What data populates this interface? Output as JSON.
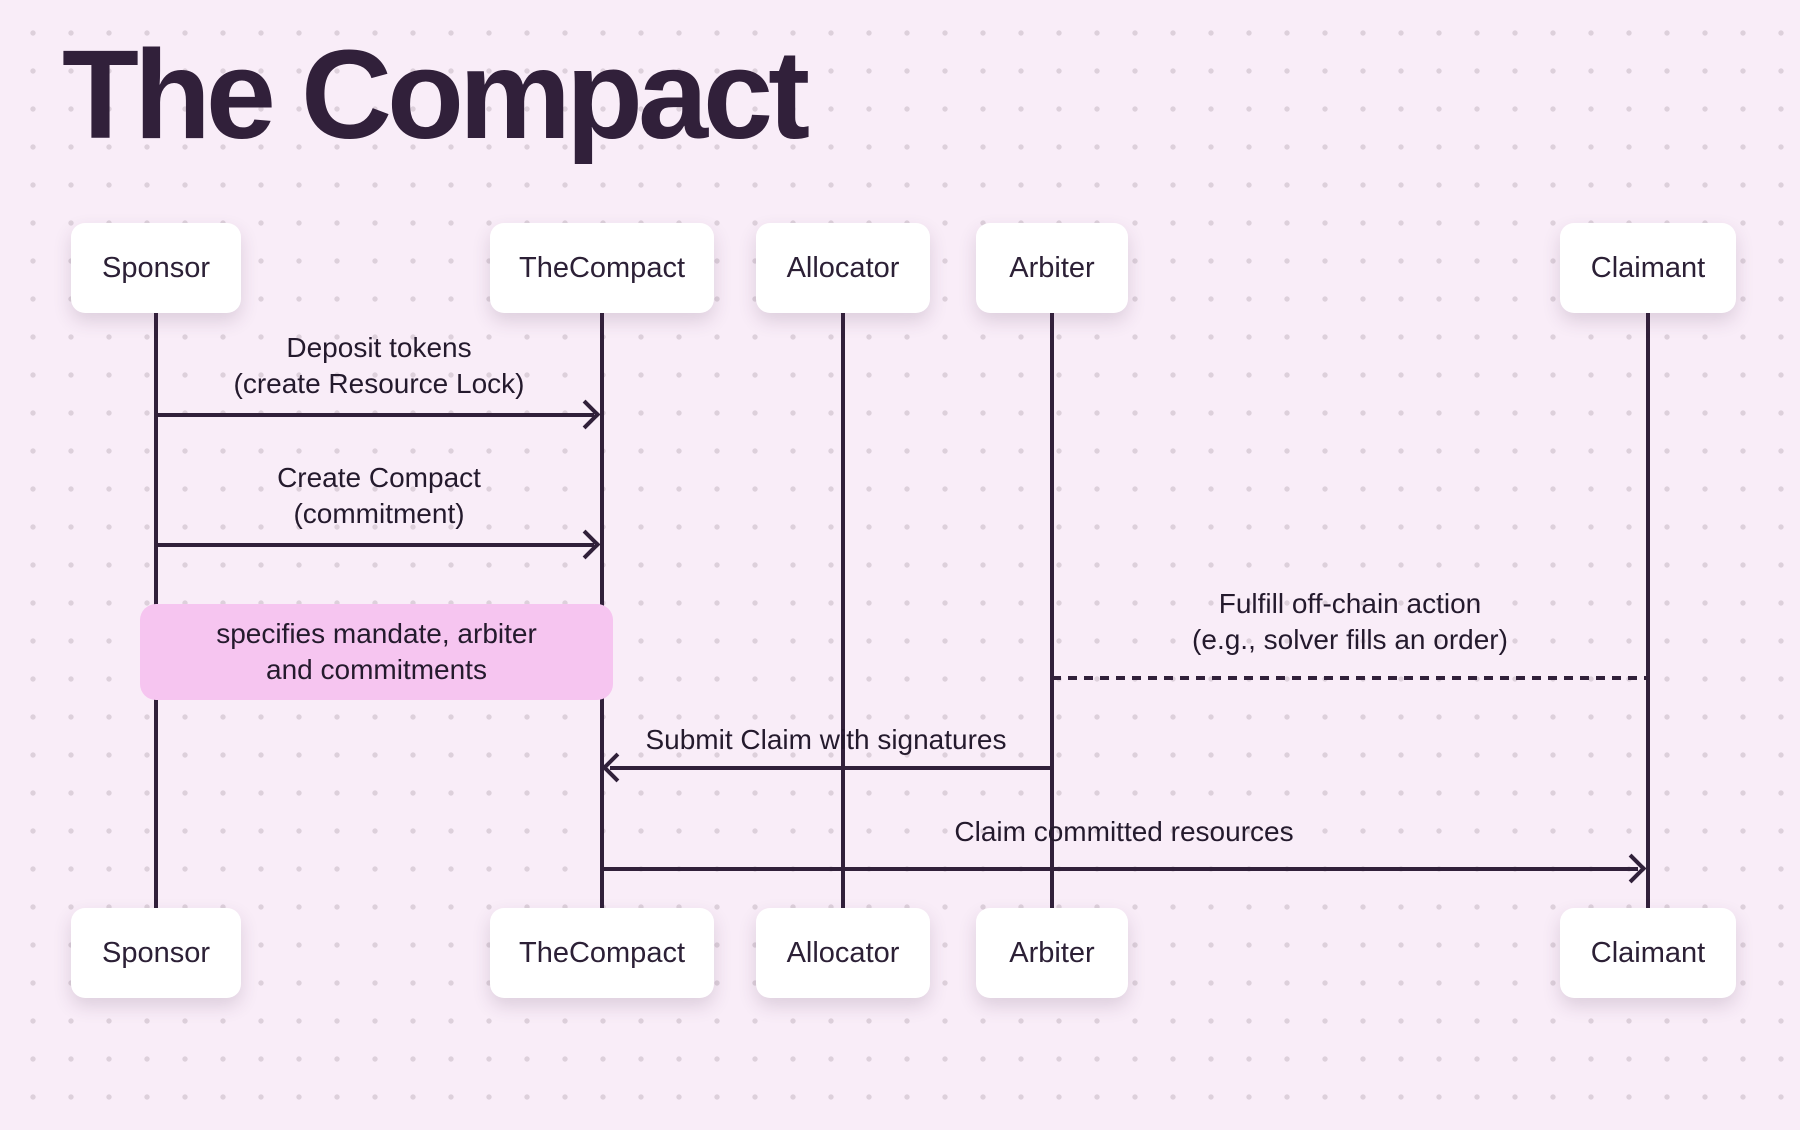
{
  "title": "The Compact",
  "colors": {
    "background": "#f9edf8",
    "dot_grid": "#ddd0db",
    "line_and_title": "#31203a",
    "message_text": "#241a2d",
    "note_fill": "#f6c5f0",
    "actor_box_fill": "#ffffff"
  },
  "actors": [
    {
      "name": "Sponsor"
    },
    {
      "name": "TheCompact"
    },
    {
      "name": "Allocator"
    },
    {
      "name": "Arbiter"
    },
    {
      "name": "Claimant"
    }
  ],
  "messages": [
    {
      "label": "Deposit tokens\n(create Resource Lock)",
      "from": "Sponsor",
      "to": "TheCompact",
      "line": "solid",
      "arrow": "right"
    },
    {
      "label": "Create Compact\n(commitment)",
      "from": "Sponsor",
      "to": "TheCompact",
      "line": "solid",
      "arrow": "right"
    },
    {
      "label": "Fulfill off-chain action\n(e.g., solver fills an order)",
      "from": "Claimant",
      "to": "Arbiter",
      "line": "dashed",
      "arrow": "none"
    },
    {
      "label": "Submit Claim with signatures",
      "from": "Arbiter",
      "to": "TheCompact",
      "line": "solid",
      "arrow": "left"
    },
    {
      "label": "Claim committed resources",
      "from": "TheCompact",
      "to": "Claimant",
      "line": "solid",
      "arrow": "right"
    }
  ],
  "note": {
    "text": "specifies mandate, arbiter\nand commitments",
    "attached_to": "Sponsor"
  }
}
